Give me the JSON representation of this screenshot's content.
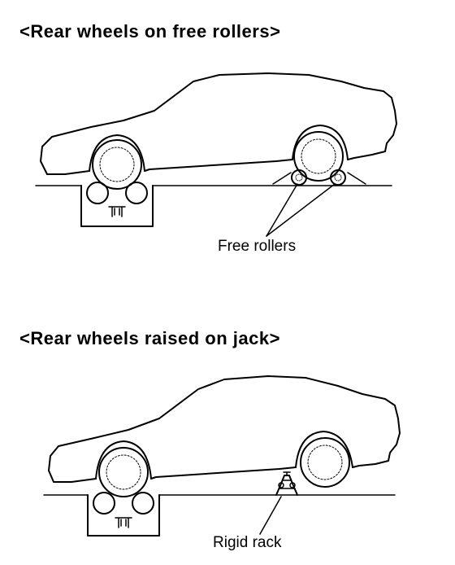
{
  "sections": [
    {
      "title": "<Rear wheels on free rollers>",
      "callout": "Free rollers"
    },
    {
      "title": "<Rear wheels raised on jack>",
      "callout": "Rigid rack"
    }
  ]
}
